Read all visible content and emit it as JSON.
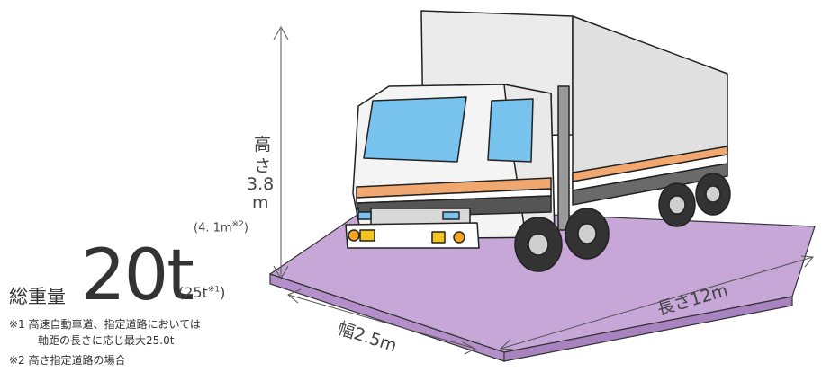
{
  "height": {
    "label_chars": [
      "高",
      "さ"
    ],
    "value": "3.8",
    "unit": "m",
    "alt_prefix": "(4. 1m",
    "alt_mark": "※2",
    "alt_suffix": ")"
  },
  "weight": {
    "label": "総重量",
    "value": "20t",
    "alt_prefix": "(25t",
    "alt_mark": "※1",
    "alt_suffix": ")"
  },
  "width": {
    "label": "幅2.5m"
  },
  "length": {
    "label": "長さ12m"
  },
  "notes": {
    "note1_line1": "※1 高速自動車道、指定道路においては",
    "note1_line2": "軸距の長さに応じ最大25.0t",
    "note2": "※2 高さ指定道路の場合"
  },
  "colors": {
    "platform": "#c7a6d8",
    "cab": "#f2f2f2",
    "window": "#78c3ee",
    "stripe_orange": "#f0a870",
    "box": "#e6e6e6",
    "lamp": "#f6a51c"
  }
}
